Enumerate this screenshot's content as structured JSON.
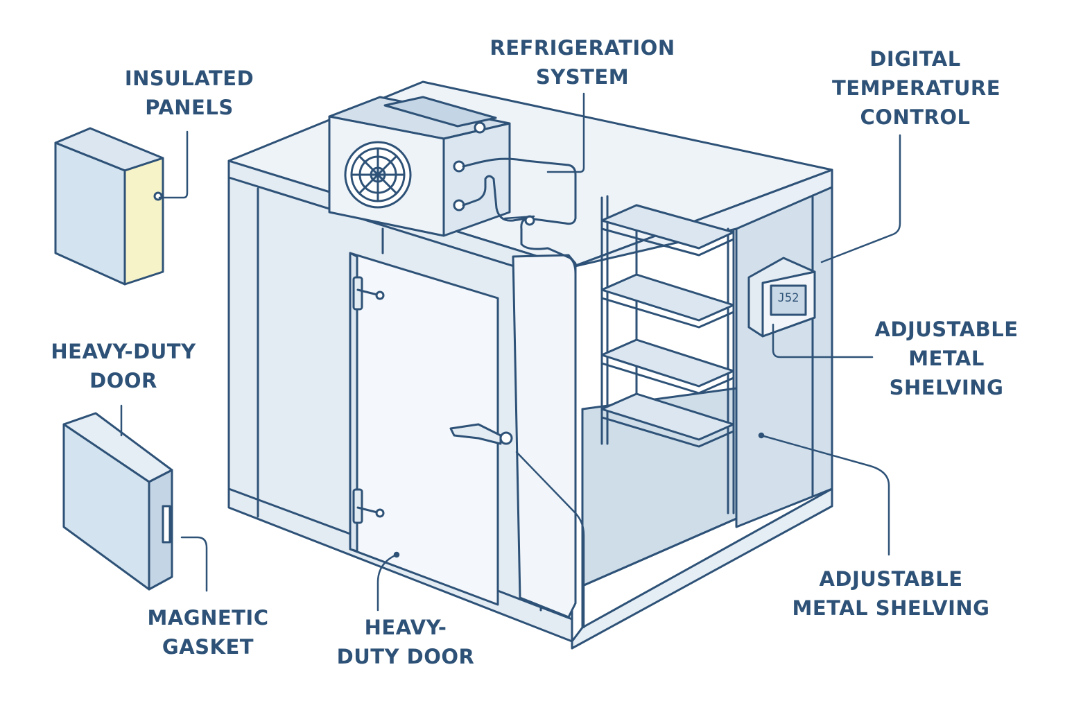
{
  "labels": {
    "insulated_panels": [
      "INSULATED",
      "PANELS"
    ],
    "refrigeration_system": [
      "REFRIGERATION",
      "SYSTEM"
    ],
    "digital_temperature_control": [
      "DIGITAL",
      "TEMPERATURE",
      "CONTROL"
    ],
    "heavy_duty_door_left": [
      "HEAVY-DUTY",
      "DOOR"
    ],
    "adjustable_shelving_right": [
      "ADJUSTABLE",
      "METAL",
      "SHELVING"
    ],
    "adjustable_shelving_lower": [
      "ADJUSTABLE",
      "METAL SHELVING"
    ],
    "magnetic_gasket": [
      "MAGNETIC",
      "GASKET"
    ],
    "heavy_duty_door_bottom": [
      "HEAVY-",
      "DUTY DOOR"
    ]
  },
  "thermostat_display": "J52",
  "colors": {
    "outline": "#2e5277",
    "label_text": "#2e5277",
    "panel_light": "#eef3f8",
    "panel_mid": "#d8e4ef",
    "panel_shade": "#b7cbdd",
    "insulation_core": "#f7f3c8"
  }
}
